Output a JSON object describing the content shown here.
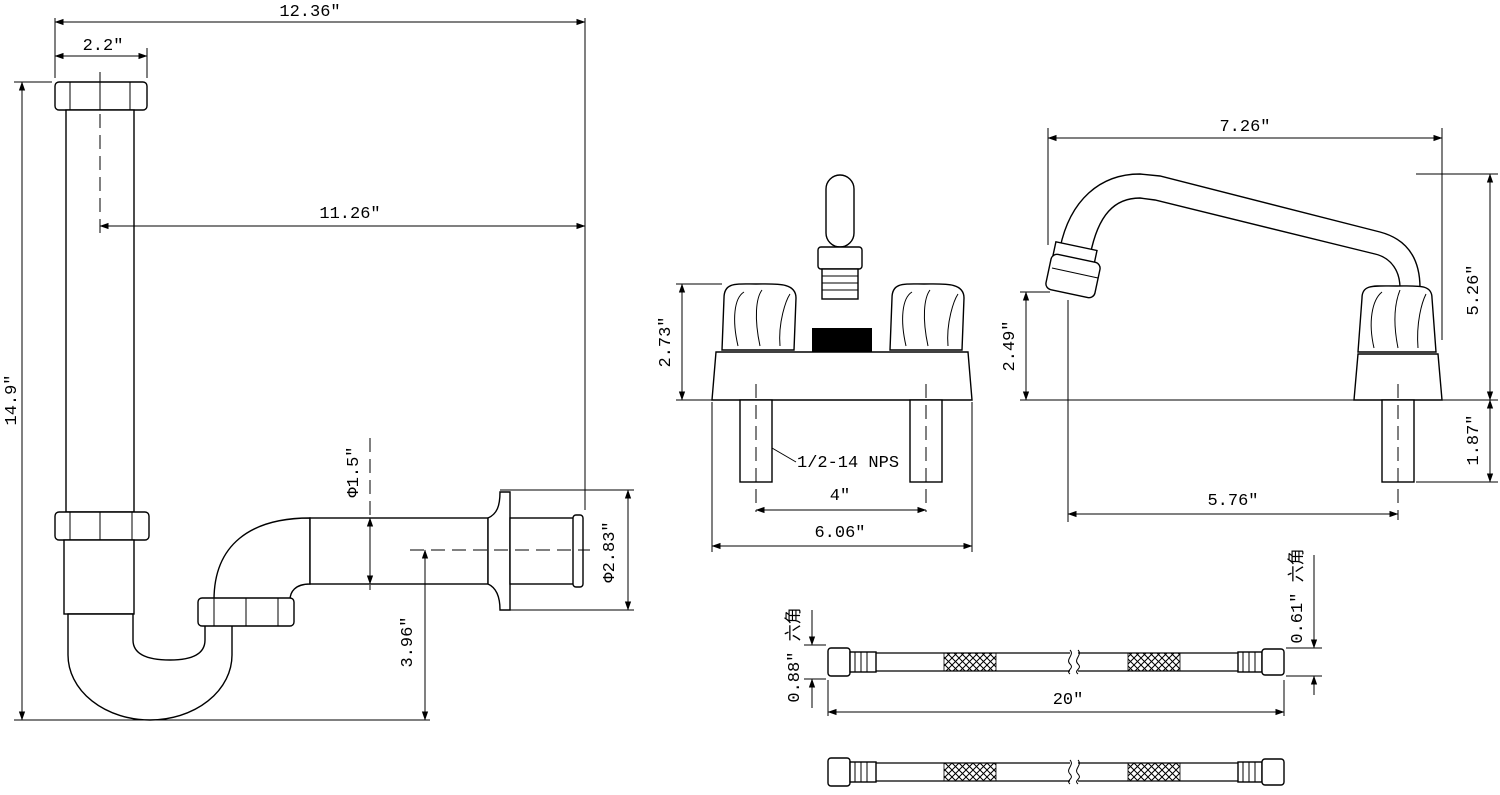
{
  "drain": {
    "overall_width": "12.36\"",
    "nut_width": "2.2\"",
    "outlet_reach": "11.26\"",
    "height": "14.9\"",
    "pipe_diameter": "Φ1.5\"",
    "outlet_height": "3.96\"",
    "flange_diameter": "Φ2.83\""
  },
  "faucet_front": {
    "height": "2.73\"",
    "thread": "1/2-14 NPS",
    "center_spacing": "4\"",
    "base_width": "6.06\""
  },
  "faucet_side": {
    "spout_reach": "7.26\"",
    "spout_height": "5.26\"",
    "aerator_height": "2.49\"",
    "shank_length": "1.87\"",
    "base_reach": "5.76\""
  },
  "hoses": {
    "nut_hex_large": "0.88\" 六角",
    "nut_hex_small": "0.61\" 六角",
    "length": "20\""
  }
}
